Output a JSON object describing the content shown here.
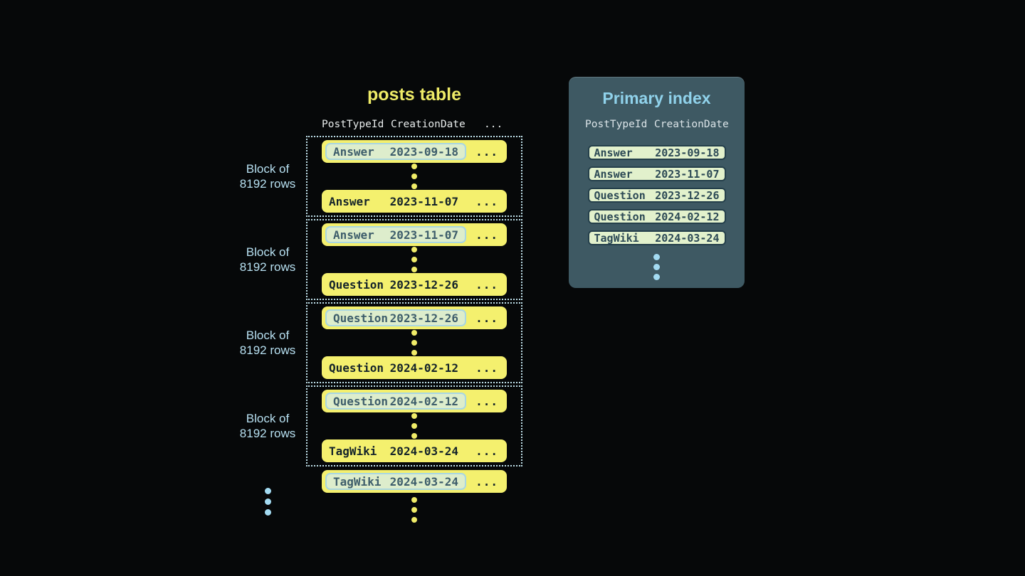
{
  "posts_table": {
    "title": "posts table",
    "headers": {
      "col1": "PostTypeId",
      "col2": "CreationDate",
      "col3": "..."
    },
    "block_label_line1": "Block of",
    "block_label_line2": "8192 rows",
    "ellipsis": "...",
    "blocks": [
      {
        "first": {
          "type": "Answer",
          "date": "2023-09-18"
        },
        "last": {
          "type": "Answer",
          "date": "2023-11-07"
        }
      },
      {
        "first": {
          "type": "Answer",
          "date": "2023-11-07"
        },
        "last": {
          "type": "Question",
          "date": "2023-12-26"
        }
      },
      {
        "first": {
          "type": "Question",
          "date": "2023-12-26"
        },
        "last": {
          "type": "Question",
          "date": "2024-02-12"
        }
      },
      {
        "first": {
          "type": "Question",
          "date": "2024-02-12"
        },
        "last": {
          "type": "TagWiki",
          "date": "2024-03-24"
        }
      }
    ],
    "overflow_row": {
      "type": "TagWiki",
      "date": "2024-03-24"
    }
  },
  "primary_index": {
    "title": "Primary index",
    "headers": {
      "col1": "PostTypeId",
      "col2": "CreationDate"
    },
    "rows": [
      {
        "type": "Answer",
        "date": "2023-09-18"
      },
      {
        "type": "Answer",
        "date": "2023-11-07"
      },
      {
        "type": "Question",
        "date": "2023-12-26"
      },
      {
        "type": "Question",
        "date": "2024-02-12"
      },
      {
        "type": "TagWiki",
        "date": "2024-03-24"
      }
    ]
  },
  "colors": {
    "background": "#060809",
    "row_yellow": "#f4f06e",
    "dot_yellow": "#f0ec68",
    "highlight_bg": "#ddedcc",
    "highlight_border": "#a8d6e2",
    "highlight_text": "#3d5d6b",
    "dark_text": "#14232a",
    "block_border": "#bfe0ea",
    "label_blue": "#b7e0f1",
    "posts_title_yellow": "#eeeb67",
    "header_text": "#e8ecec",
    "panel_bg": "#3e5963",
    "panel_title_blue": "#90d2eb",
    "panel_header_text": "#dbe4e8",
    "index_pill_bg": "#e2f1cc",
    "index_pill_border": "#243f4b",
    "index_pill_text": "#2c4955",
    "dot_blue": "#a3dbf2"
  }
}
